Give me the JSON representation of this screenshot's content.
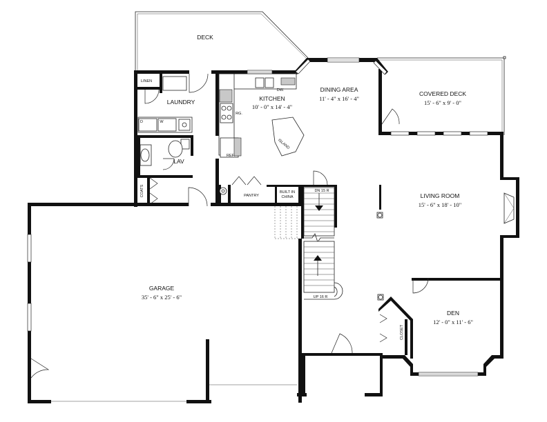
{
  "rooms": {
    "deck": {
      "label": "DECK"
    },
    "laundry": {
      "label": "LAUNDRY"
    },
    "linen": {
      "label": "LINEN"
    },
    "kitchen": {
      "label": "KITCHEN",
      "dim": "10' - 0\" x 14' - 4\""
    },
    "dining": {
      "label": "DINING AREA",
      "dim": "11' - 4\" x 16' - 4\""
    },
    "covered_deck": {
      "label": "COVERED DECK",
      "dim": "15' - 6\" x 9' - 0\""
    },
    "lav": {
      "label": "LAV"
    },
    "coats": {
      "label": "COATS"
    },
    "pantry": {
      "label": "PANTRY"
    },
    "built_in_china": {
      "label_line1": "BUILT IN",
      "label_line2": "CHINA"
    },
    "living": {
      "label": "LIVING ROOM",
      "dim": "15' - 6\" x 18' - 10\""
    },
    "garage": {
      "label": "GARAGE",
      "dim": "35' - 6\" x 25' - 6\""
    },
    "den": {
      "label": "DEN",
      "dim": "12' - 0\" x 11' - 6\""
    },
    "closet": {
      "label": "CLOSET"
    }
  },
  "fixtures": {
    "dw": "DW.",
    "rg": "RG.",
    "ref": "REF.",
    "island": "ISLAND",
    "washer": "W",
    "dryer": "D"
  },
  "stairs": {
    "down": "DN 15 R",
    "up": "UP 16 R"
  }
}
